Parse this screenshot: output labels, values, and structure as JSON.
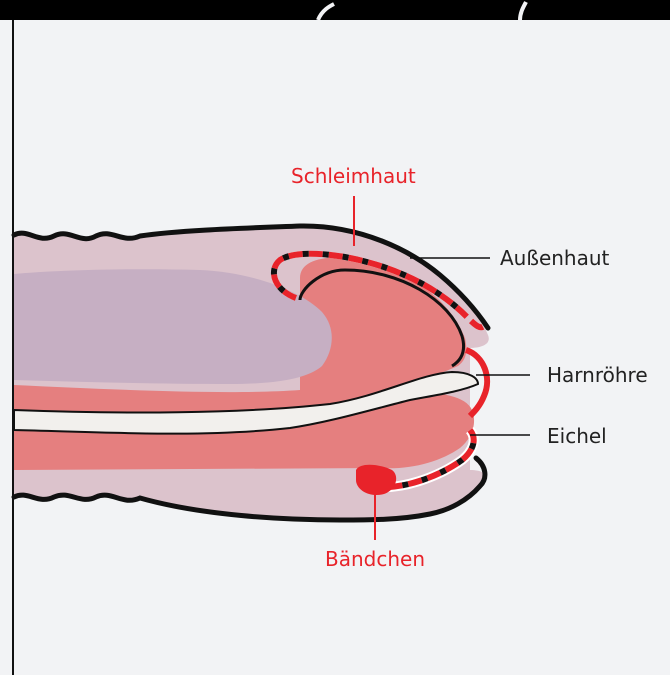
{
  "labels": {
    "schleimhaut": "Schleimhaut",
    "aussenhaut": "Außenhaut",
    "harnroehre": "Harnröhre",
    "eichel": "Eichel",
    "baendchen": "Bändchen"
  },
  "colors": {
    "background": "#f2f3f5",
    "top_bar": "#000000",
    "outline": "#111111",
    "skin": "#dcc3cc",
    "erectile_body": "#c6afc3",
    "glans": "#e57f7f",
    "mucosa_red": "#e8232a",
    "urethra": "#f2f0ed",
    "label_red": "#e8232a",
    "label_dark": "#222222"
  }
}
